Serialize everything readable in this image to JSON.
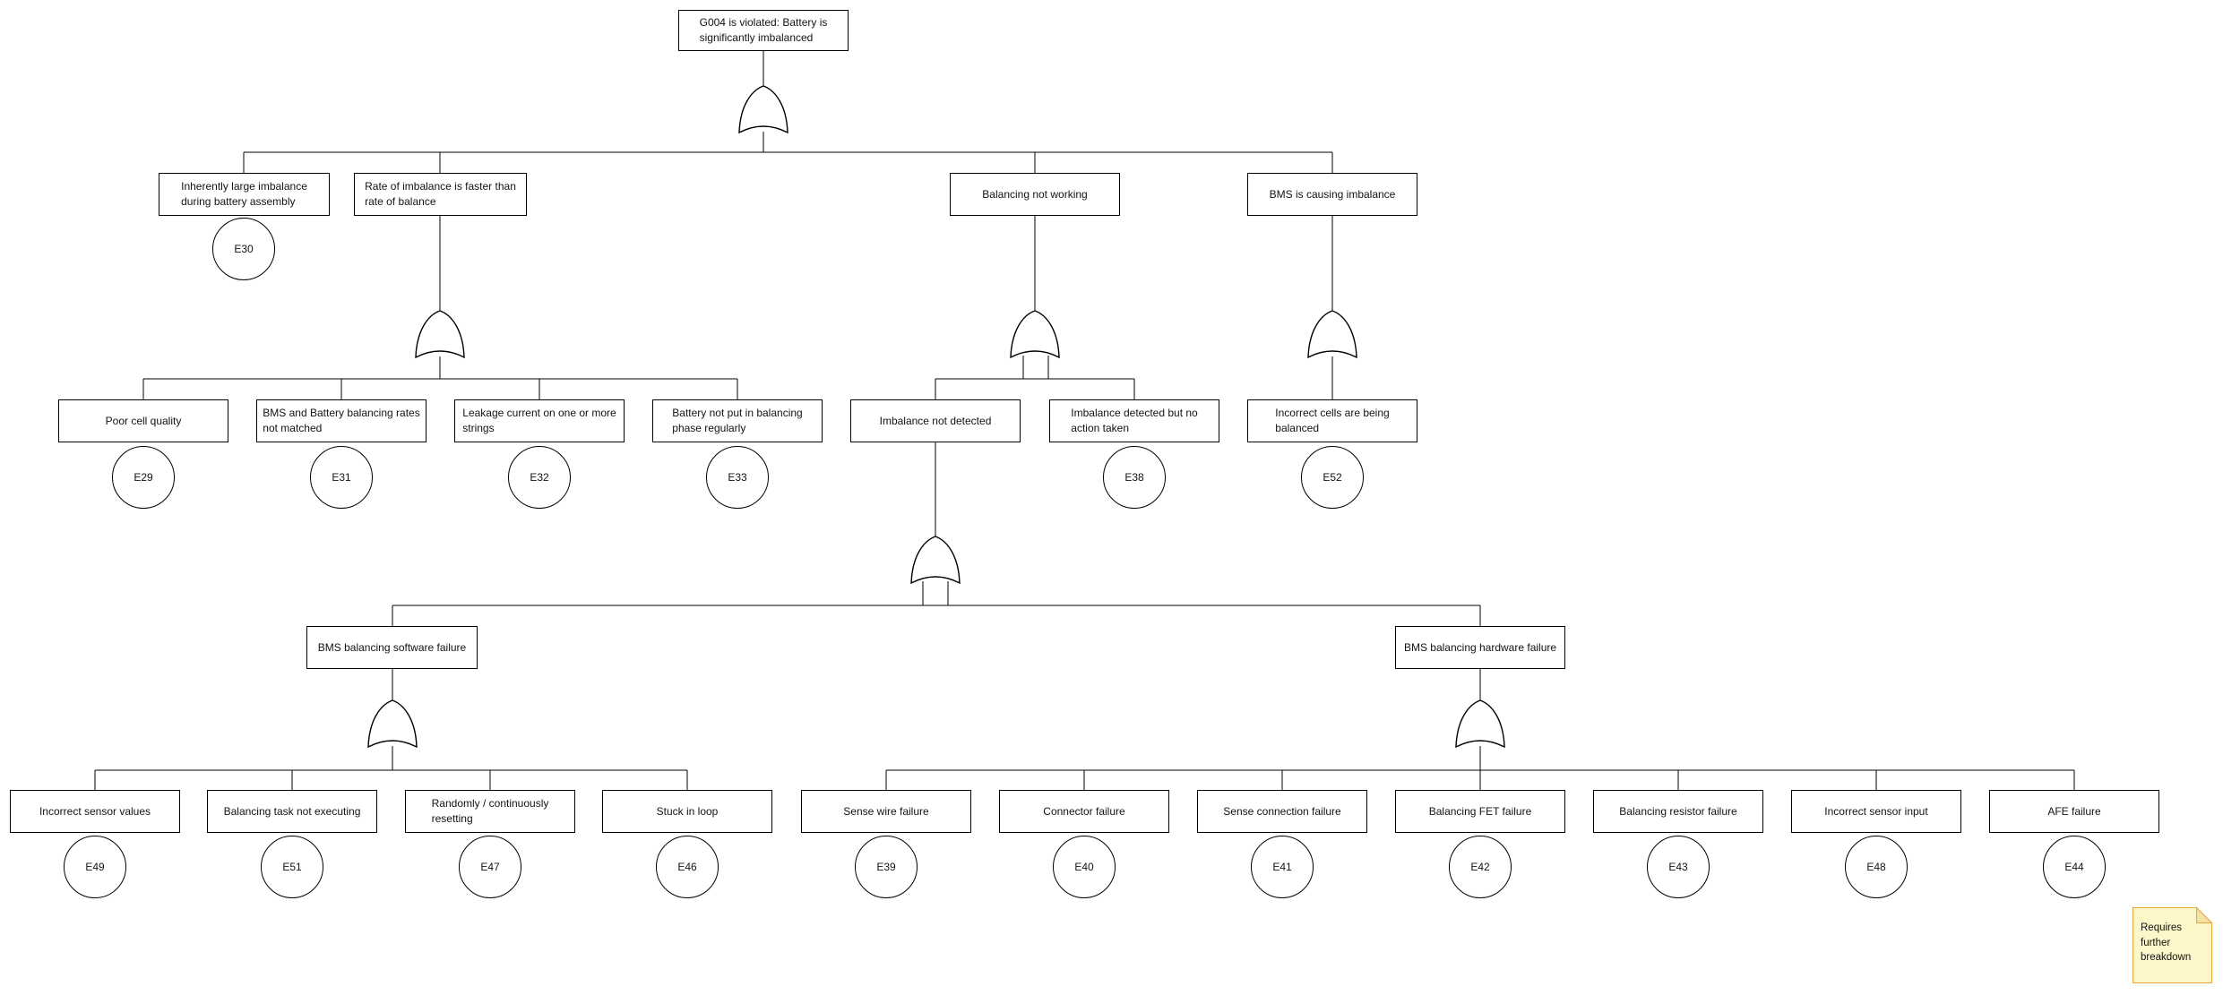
{
  "gate_type": "OR",
  "colors": {
    "line": "#000000",
    "box_border": "#000000",
    "box_fill": "#ffffff",
    "text": "#131313",
    "note_fill": "#fdf6c9",
    "note_border": "#e8a33d",
    "note_fold": "#f2e3a4"
  },
  "nodes": {
    "g004": "G004 is violated: Battery is\nsignificantly imbalanced",
    "inherent_imbalance": "Inherently large imbalance\nduring battery assembly",
    "rate_of_imbalance": "Rate of imbalance is faster than\nrate of balance",
    "balancing_not_working": "Balancing not working",
    "bms_causing_imbalance": "BMS is causing imbalance",
    "poor_cell_quality": "Poor cell quality",
    "rates_not_matched": "BMS and Battery balancing rates\nnot matched",
    "leakage_current": "Leakage current on one or more\nstrings",
    "battery_not_put": "Battery not put in balancing\nphase regularly",
    "imbalance_not_detected": "Imbalance not detected",
    "imbalance_no_action": "Imbalance detected but no\naction taken",
    "incorrect_cells": "Incorrect cells are being\nbalanced",
    "sw_failure": "BMS balancing software failure",
    "hw_failure": "BMS balancing hardware failure",
    "incorrect_sensor_values": "Incorrect sensor values",
    "balancing_task_not_executing": "Balancing task not executing",
    "randomly_resetting": "Randomly / continuously\nresetting",
    "stuck_in_loop": "Stuck in loop",
    "sense_wire_failure": "Sense wire failure",
    "connector_failure": "Connector failure",
    "sense_connection_failure": "Sense connection failure",
    "balancing_fet_failure": "Balancing FET failure",
    "balancing_resistor_failure": "Balancing resistor failure",
    "incorrect_sensor_input": "Incorrect sensor input",
    "afe_failure": "AFE failure"
  },
  "events": {
    "e30": "E30",
    "e29": "E29",
    "e31": "E31",
    "e32": "E32",
    "e33": "E33",
    "e38": "E38",
    "e52": "E52",
    "e49": "E49",
    "e51": "E51",
    "e47": "E47",
    "e46": "E46",
    "e39": "E39",
    "e40": "E40",
    "e41": "E41",
    "e42": "E42",
    "e43": "E43",
    "e48": "E48",
    "e44": "E44"
  },
  "note": {
    "text": "Requires\nfurther\nbreakdown"
  }
}
